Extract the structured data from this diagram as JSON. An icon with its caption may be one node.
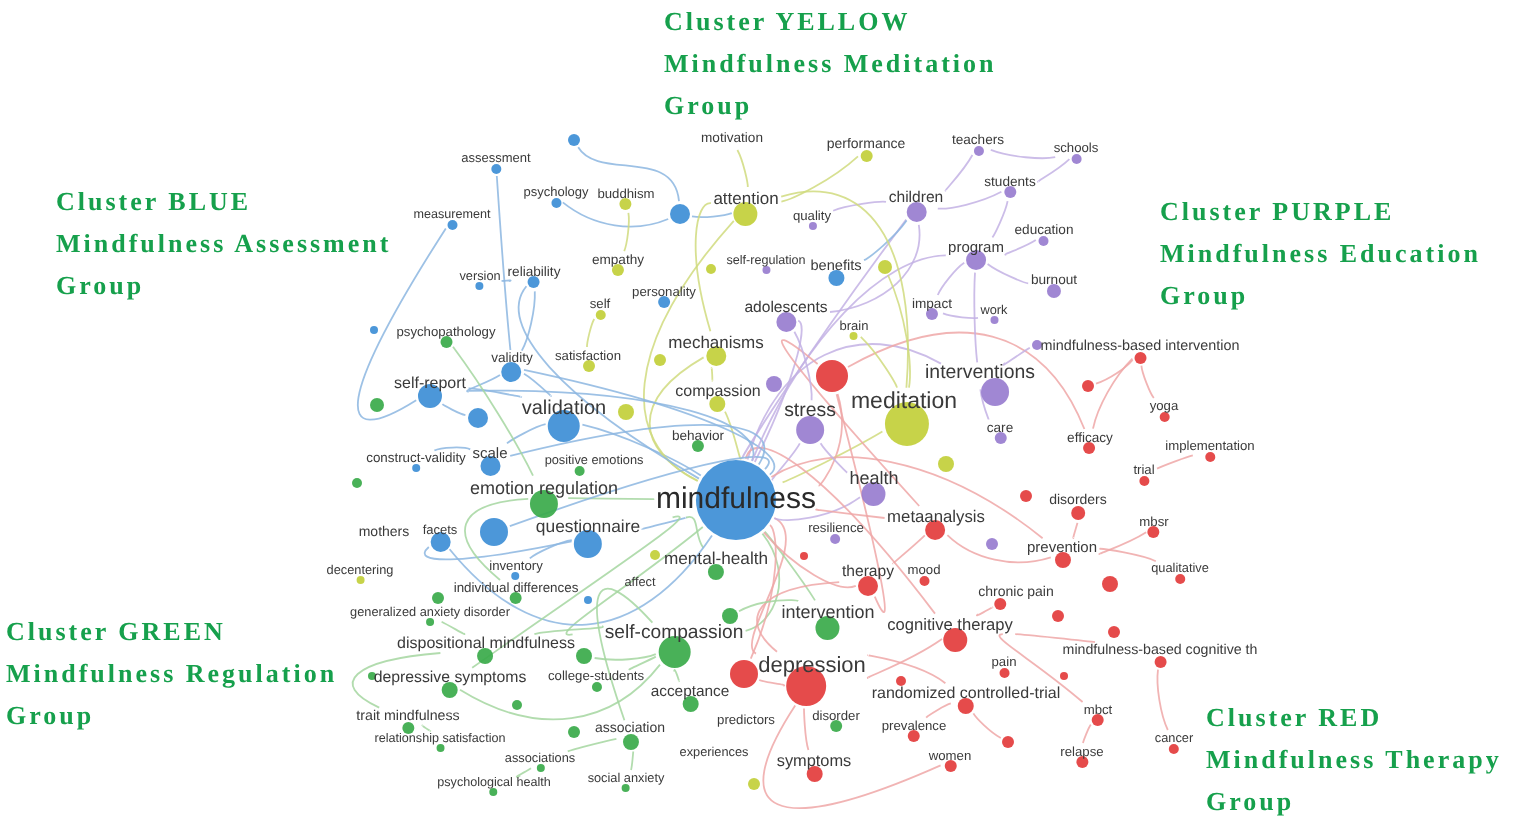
{
  "diagram": {
    "nodes": [
      {
        "text": [
          "motivation"
        ]
      },
      {
        "text": [],
        "shape": "circle"
      },
      {
        "text": [
          "teachers"
        ]
      },
      {
        "text": [
          "performance"
        ]
      },
      {
        "text": [
          "schools"
        ]
      },
      {
        "text": [
          "assessment"
        ]
      },
      {
        "text": [
          "students"
        ]
      },
      {
        "text": [
          "psychology"
        ]
      },
      {
        "text": [
          "buddhism"
        ]
      },
      {
        "text": [
          "attention"
        ]
      },
      {
        "text": [
          "children"
        ]
      },
      {
        "text": [],
        "shape": "circle"
      },
      {
        "text": [
          "measurement"
        ]
      },
      {
        "text": [
          "quality"
        ]
      },
      {
        "text": [
          "education"
        ]
      },
      {
        "text": [
          "program"
        ]
      },
      {
        "text": [
          "empathy"
        ]
      },
      {
        "text": [
          "self-regulation"
        ]
      },
      {
        "text": [],
        "shape": "circle"
      },
      {
        "text": [
          "benefits"
        ]
      },
      {
        "text": [],
        "shape": "circle"
      },
      {
        "text": [
          "reliability"
        ]
      },
      {
        "text": [
          "version"
        ]
      },
      {
        "text": [
          "burnout"
        ]
      },
      {
        "text": [
          "personality"
        ]
      },
      {
        "text": [
          "self"
        ]
      },
      {
        "text": [
          "impact"
        ]
      },
      {
        "text": [
          "adolescents"
        ]
      },
      {
        "text": [
          "work"
        ]
      },
      {
        "text": [],
        "shape": "circle"
      },
      {
        "text": [
          "brain"
        ]
      },
      {
        "text": [
          "psychopathology"
        ]
      },
      {
        "text": [
          "mechanisms"
        ]
      },
      {
        "text": [],
        "shape": "circle"
      },
      {
        "text": [
          "mindfulness-based intervention"
        ]
      },
      {
        "text": [],
        "shape": "circle"
      },
      {
        "text": [
          "satisfaction"
        ]
      },
      {
        "text": [
          "validity"
        ]
      },
      {
        "text": [],
        "shape": "circle"
      },
      {
        "text": [
          "interventions"
        ]
      },
      {
        "text": [],
        "shape": "circle"
      },
      {
        "text": [
          "self-report"
        ]
      },
      {
        "text": [],
        "shape": "circle"
      },
      {
        "text": [
          "compassion"
        ]
      },
      {
        "text": [],
        "shape": "circle"
      },
      {
        "text": [],
        "shape": "circle"
      },
      {
        "text": [],
        "shape": "circle"
      },
      {
        "text": [
          "yoga"
        ]
      },
      {
        "text": [
          "meditation"
        ]
      },
      {
        "text": [
          "validation"
        ]
      },
      {
        "text": [
          "stress"
        ]
      },
      {
        "text": [
          "care"
        ]
      },
      {
        "text": [
          "behavior"
        ]
      },
      {
        "text": [
          "efficacy"
        ]
      },
      {
        "text": [
          "implementation"
        ]
      },
      {
        "text": [
          "construct-validity"
        ]
      },
      {
        "text": [
          "scale"
        ]
      },
      {
        "text": [
          "positive emotions"
        ]
      },
      {
        "text": [],
        "shape": "circle"
      },
      {
        "text": [
          "trial"
        ]
      },
      {
        "text": [],
        "shape": "circle"
      },
      {
        "text": [
          "health"
        ]
      },
      {
        "text": [
          "emotion regulation"
        ]
      },
      {
        "text": [],
        "shape": "circle"
      },
      {
        "text": [
          "mindfulness"
        ]
      },
      {
        "text": [
          "disorders"
        ]
      },
      {
        "text": [
          "metaanalysis"
        ]
      },
      {
        "text": [],
        "shape": "circle"
      },
      {
        "text": [
          "questionnaire"
        ]
      },
      {
        "text": [
          "mbsr"
        ]
      },
      {
        "text": [],
        "shape": "circle"
      },
      {
        "text": [
          "resilience"
        ]
      },
      {
        "text": [],
        "shape": "circle"
      },
      {
        "text": [
          "mothers"
        ]
      },
      {
        "text": [
          "facets"
        ]
      },
      {
        "text": [],
        "shape": "circle"
      },
      {
        "text": [
          "inventory"
        ]
      },
      {
        "text": [
          "prevention"
        ]
      },
      {
        "text": [
          "mental-health"
        ]
      },
      {
        "text": [
          "qualitative"
        ]
      },
      {
        "text": [
          "decentering"
        ]
      },
      {
        "text": [
          "mood"
        ]
      },
      {
        "text": [
          "individual differences"
        ]
      },
      {
        "text": [
          "affect"
        ]
      },
      {
        "text": [],
        "shape": "circle"
      },
      {
        "text": [
          "therapy"
        ]
      },
      {
        "text": [],
        "shape": "circle"
      },
      {
        "text": [],
        "shape": "circle"
      },
      {
        "text": [
          "chronic pain"
        ]
      },
      {
        "text": [
          "generalized anxiety disorder"
        ]
      },
      {
        "text": [],
        "shape": "circle"
      },
      {
        "text": [
          "intervention"
        ]
      },
      {
        "text": [],
        "shape": "circle"
      },
      {
        "text": [
          "cognitive therapy"
        ]
      },
      {
        "text": [
          "self-compassion"
        ]
      },
      {
        "text": [],
        "shape": "circle"
      },
      {
        "text": [
          "dispositional mindfulness"
        ]
      },
      {
        "text": [
          "mindfulness-based cognitive th"
        ]
      },
      {
        "text": [],
        "shape": "circle"
      },
      {
        "text": [],
        "shape": "circle"
      },
      {
        "text": [
          "pain"
        ]
      },
      {
        "text": [
          "depression"
        ]
      },
      {
        "text": [],
        "shape": "circle"
      },
      {
        "text": [
          "college-students"
        ]
      },
      {
        "text": [],
        "shape": "circle"
      },
      {
        "text": [],
        "shape": "circle"
      },
      {
        "text": [
          "depressive symptoms"
        ]
      },
      {
        "text": [
          "acceptance"
        ]
      },
      {
        "text": [
          "randomized controlled-trial"
        ]
      },
      {
        "text": [],
        "shape": "circle"
      },
      {
        "text": [
          "mbct"
        ]
      },
      {
        "text": [
          "trait mindfulness"
        ]
      },
      {
        "text": [
          "predictors"
        ]
      },
      {
        "text": [
          "disorder"
        ]
      },
      {
        "text": [
          "prevalence"
        ]
      },
      {
        "text": [],
        "shape": "circle"
      },
      {
        "text": [
          "association"
        ]
      },
      {
        "text": [],
        "shape": "circle"
      },
      {
        "text": [
          "cancer"
        ]
      },
      {
        "text": [
          "relationship satisfaction"
        ]
      },
      {
        "text": [
          "experiences"
        ]
      },
      {
        "text": [
          "relapse"
        ]
      },
      {
        "text": [
          "women"
        ]
      },
      {
        "text": [
          "associations"
        ]
      },
      {
        "text": [
          "symptoms"
        ]
      },
      {
        "text": [],
        "shape": "circle"
      },
      {
        "text": [
          "social anxiety"
        ]
      },
      {
        "text": [
          "psychological health"
        ]
      }
    ],
    "edges": [
      {
        "from": 64,
        "to": 42,
        "arrow": "none",
        "color": "#eea7a7"
      },
      {
        "from": 64,
        "to": 48,
        "arrow": "none",
        "color": "#d0db7e"
      },
      {
        "from": 64,
        "to": 50,
        "arrow": "none",
        "color": "#c3b1e4"
      },
      {
        "from": 64,
        "to": 49,
        "arrow": "none",
        "color": "#8cb6e0"
      },
      {
        "from": 64,
        "to": 68,
        "arrow": "none",
        "color": "#8cb6e0"
      },
      {
        "from": 64,
        "to": 62,
        "arrow": "none",
        "color": "#a5d6a0"
      },
      {
        "from": 64,
        "to": 94,
        "arrow": "none",
        "color": "#a5d6a0"
      },
      {
        "from": 64,
        "to": 101,
        "arrow": "none",
        "color": "#eea7a7"
      },
      {
        "from": 64,
        "to": 91,
        "arrow": "none",
        "color": "#a5d6a0"
      },
      {
        "from": 64,
        "to": 78,
        "arrow": "none",
        "color": "#a5d6a0"
      },
      {
        "from": 64,
        "to": 61,
        "arrow": "none",
        "color": "#c3b1e4"
      },
      {
        "from": 64,
        "to": 9,
        "arrow": "none",
        "color": "#d0db7e"
      },
      {
        "from": 64,
        "to": 32,
        "arrow": "none",
        "color": "#d0db7e"
      },
      {
        "from": 64,
        "to": 39,
        "arrow": "none",
        "color": "#c3b1e4"
      },
      {
        "from": 64,
        "to": 10,
        "arrow": "none",
        "color": "#c3b1e4"
      },
      {
        "from": 64,
        "to": 27,
        "arrow": "none",
        "color": "#c3b1e4"
      },
      {
        "from": 64,
        "to": 43,
        "arrow": "none",
        "color": "#d0db7e"
      },
      {
        "from": 64,
        "to": 85,
        "arrow": "none",
        "color": "#eea7a7"
      },
      {
        "from": 64,
        "to": 93,
        "arrow": "none",
        "color": "#eea7a7"
      },
      {
        "from": 64,
        "to": 96,
        "arrow": "none",
        "color": "#a5d6a0"
      },
      {
        "from": 64,
        "to": 56,
        "arrow": "none",
        "color": "#8cb6e0"
      },
      {
        "from": 64,
        "to": 41,
        "arrow": "none",
        "color": "#8cb6e0"
      },
      {
        "from": 64,
        "to": 37,
        "arrow": "none",
        "color": "#8cb6e0"
      },
      {
        "from": 64,
        "to": 74,
        "arrow": "none",
        "color": "#8cb6e0"
      },
      {
        "from": 64,
        "to": 66,
        "arrow": "none",
        "color": "#eea7a7"
      },
      {
        "from": 64,
        "to": 77,
        "arrow": "none",
        "color": "#eea7a7"
      },
      {
        "from": 64,
        "to": 67,
        "arrow": "none",
        "color": "#8cb6e0"
      },
      {
        "from": 64,
        "to": 15,
        "arrow": "none",
        "color": "#c3b1e4"
      },
      {
        "from": 64,
        "to": 21,
        "arrow": "none",
        "color": "#8cb6e0"
      },
      {
        "from": 64,
        "to": 106,
        "arrow": "none",
        "color": "#a5d6a0"
      },
      {
        "from": 64,
        "to": 99,
        "arrow": "none",
        "color": "#eea7a7"
      },
      {
        "from": 101,
        "to": 124,
        "arrow": "none",
        "color": "#eea7a7"
      },
      {
        "from": 101,
        "to": 93,
        "arrow": "none",
        "color": "#eea7a7"
      },
      {
        "from": 101,
        "to": 108,
        "arrow": "none",
        "color": "#eea7a7"
      },
      {
        "from": 93,
        "to": 110,
        "arrow": "none",
        "color": "#eea7a7"
      },
      {
        "from": 110,
        "to": 121,
        "arrow": "none",
        "color": "#eea7a7"
      },
      {
        "from": 93,
        "to": 97,
        "arrow": "none",
        "color": "#eea7a7"
      },
      {
        "from": 77,
        "to": 65,
        "arrow": "none",
        "color": "#eea7a7"
      },
      {
        "from": 42,
        "to": 85,
        "arrow": "none",
        "color": "#eea7a7"
      },
      {
        "from": 42,
        "to": 66,
        "arrow": "none",
        "color": "#eea7a7"
      },
      {
        "from": 85,
        "to": 66,
        "arrow": "none",
        "color": "#eea7a7"
      },
      {
        "from": 66,
        "to": 77,
        "arrow": "none",
        "color": "#eea7a7"
      },
      {
        "from": 108,
        "to": 114,
        "arrow": "none",
        "color": "#eea7a7"
      },
      {
        "from": 101,
        "to": 122,
        "arrow": "none",
        "color": "#eea7a7"
      },
      {
        "from": 93,
        "to": 88,
        "arrow": "none",
        "color": "#eea7a7"
      },
      {
        "from": 77,
        "to": 69,
        "arrow": "none",
        "color": "#eea7a7"
      },
      {
        "from": 34,
        "to": 47,
        "arrow": "none",
        "color": "#eea7a7"
      },
      {
        "from": 34,
        "to": 53,
        "arrow": "none",
        "color": "#eea7a7"
      },
      {
        "from": 40,
        "to": 34,
        "arrow": "none",
        "color": "#eea7a7"
      },
      {
        "from": 42,
        "to": 53,
        "arrow": "none",
        "color": "#eea7a7"
      },
      {
        "from": 54,
        "to": 59,
        "arrow": "none",
        "color": "#eea7a7"
      },
      {
        "from": 97,
        "to": 118,
        "arrow": "none",
        "color": "#eea7a7"
      },
      {
        "from": 108,
        "to": 117,
        "arrow": "none",
        "color": "#eea7a7"
      },
      {
        "from": 79,
        "to": 77,
        "arrow": "none",
        "color": "#eea7a7"
      },
      {
        "from": 99,
        "to": 101,
        "arrow": "none",
        "color": "#eea7a7"
      },
      {
        "from": 85,
        "to": 101,
        "arrow": "none",
        "color": "#eea7a7"
      },
      {
        "from": 39,
        "to": 15,
        "arrow": "none",
        "color": "#c3b1e4"
      },
      {
        "from": 15,
        "to": 6,
        "arrow": "none",
        "color": "#c3b1e4"
      },
      {
        "from": 10,
        "to": 2,
        "arrow": "none",
        "color": "#c3b1e4"
      },
      {
        "from": 2,
        "to": 4,
        "arrow": "none",
        "color": "#c3b1e4"
      },
      {
        "from": 6,
        "to": 4,
        "arrow": "none",
        "color": "#c3b1e4"
      },
      {
        "from": 15,
        "to": 23,
        "arrow": "none",
        "color": "#c3b1e4"
      },
      {
        "from": 15,
        "to": 14,
        "arrow": "none",
        "color": "#c3b1e4"
      },
      {
        "from": 10,
        "to": 27,
        "arrow": "none",
        "color": "#c3b1e4"
      },
      {
        "from": 39,
        "to": 51,
        "arrow": "none",
        "color": "#c3b1e4"
      },
      {
        "from": 39,
        "to": 33,
        "arrow": "none",
        "color": "#c3b1e4"
      },
      {
        "from": 50,
        "to": 61,
        "arrow": "none",
        "color": "#c3b1e4"
      },
      {
        "from": 50,
        "to": 27,
        "arrow": "none",
        "color": "#c3b1e4"
      },
      {
        "from": 10,
        "to": 13,
        "arrow": "none",
        "color": "#c3b1e4"
      },
      {
        "from": 26,
        "to": 28,
        "arrow": "none",
        "color": "#c3b1e4"
      },
      {
        "from": 15,
        "to": 26,
        "arrow": "none",
        "color": "#c3b1e4"
      },
      {
        "from": 10,
        "to": 6,
        "arrow": "none",
        "color": "#c3b1e4"
      },
      {
        "from": 49,
        "to": 41,
        "arrow": "none",
        "color": "#8cb6e0"
      },
      {
        "from": 41,
        "to": 37,
        "arrow": "none",
        "color": "#8cb6e0"
      },
      {
        "from": 37,
        "to": 21,
        "arrow": "none",
        "color": "#8cb6e0"
      },
      {
        "from": 21,
        "to": 22,
        "arrow": "none",
        "color": "#8cb6e0"
      },
      {
        "from": 12,
        "to": 41,
        "arrow": "none",
        "color": "#8cb6e0"
      },
      {
        "from": 5,
        "to": 37,
        "arrow": "none",
        "color": "#8cb6e0"
      },
      {
        "from": 49,
        "to": 56,
        "arrow": "none",
        "color": "#8cb6e0"
      },
      {
        "from": 56,
        "to": 55,
        "arrow": "none",
        "color": "#8cb6e0"
      },
      {
        "from": 74,
        "to": 68,
        "arrow": "none",
        "color": "#8cb6e0"
      },
      {
        "from": 68,
        "to": 76,
        "arrow": "none",
        "color": "#8cb6e0"
      },
      {
        "from": 7,
        "to": 11,
        "arrow": "none",
        "color": "#8cb6e0"
      },
      {
        "from": 11,
        "to": 9,
        "arrow": "none",
        "color": "#8cb6e0"
      },
      {
        "from": 49,
        "to": 37,
        "arrow": "none",
        "color": "#8cb6e0"
      },
      {
        "from": 19,
        "to": 10,
        "arrow": "none",
        "color": "#8cb6e0"
      },
      {
        "from": 41,
        "to": 45,
        "arrow": "none",
        "color": "#8cb6e0"
      },
      {
        "from": 1,
        "to": 11,
        "arrow": "none",
        "color": "#8cb6e0"
      },
      {
        "from": 9,
        "to": 3,
        "arrow": "none",
        "color": "#d0db7e"
      },
      {
        "from": 9,
        "to": 0,
        "arrow": "none",
        "color": "#d0db7e"
      },
      {
        "from": 48,
        "to": 9,
        "arrow": "none",
        "color": "#d0db7e"
      },
      {
        "from": 48,
        "to": 30,
        "arrow": "none",
        "color": "#d0db7e"
      },
      {
        "from": 32,
        "to": 43,
        "arrow": "none",
        "color": "#d0db7e"
      },
      {
        "from": 16,
        "to": 8,
        "arrow": "none",
        "color": "#d0db7e"
      },
      {
        "from": 25,
        "to": 36,
        "arrow": "none",
        "color": "#d0db7e"
      },
      {
        "from": 48,
        "to": 20,
        "arrow": "none",
        "color": "#d0db7e"
      },
      {
        "from": 32,
        "to": 9,
        "arrow": "none",
        "color": "#d0db7e"
      },
      {
        "from": 94,
        "to": 96,
        "arrow": "none",
        "color": "#a5d6a0"
      },
      {
        "from": 94,
        "to": 106,
        "arrow": "none",
        "color": "#a5d6a0"
      },
      {
        "from": 111,
        "to": 96,
        "arrow": "none",
        "color": "#a5d6a0"
      },
      {
        "from": 62,
        "to": 82,
        "arrow": "none",
        "color": "#a5d6a0"
      },
      {
        "from": 91,
        "to": 90,
        "arrow": "none",
        "color": "#a5d6a0"
      },
      {
        "from": 94,
        "to": 107,
        "arrow": "none",
        "color": "#a5d6a0"
      },
      {
        "from": 116,
        "to": 123,
        "arrow": "none",
        "color": "#a5d6a0"
      },
      {
        "from": 94,
        "to": 116,
        "arrow": "none",
        "color": "#a5d6a0"
      },
      {
        "from": 62,
        "to": 31,
        "arrow": "none",
        "color": "#a5d6a0"
      },
      {
        "from": 98,
        "to": 94,
        "arrow": "none",
        "color": "#a5d6a0"
      },
      {
        "from": 126,
        "to": 116,
        "arrow": "none",
        "color": "#a5d6a0"
      },
      {
        "from": 127,
        "to": 123,
        "arrow": "none",
        "color": "#a5d6a0"
      },
      {
        "from": 89,
        "to": 96,
        "arrow": "none",
        "color": "#a5d6a0"
      },
      {
        "from": 119,
        "to": 111,
        "arrow": "none",
        "color": "#a5d6a0"
      },
      {
        "from": 103,
        "to": 94,
        "arrow": "none",
        "color": "#a5d6a0"
      }
    ],
    "labels": [
      "Cluster YELLOW Mindfulness Meditation Group",
      "Cluster BLUE Mindfulness Assessment Group",
      "Cluster PURPLE Mindfulness Education Group",
      "Cluster GREEN Mindfulness Regulation Group",
      "Cluster RED Mindfulness Therapy Group"
    ]
  }
}
